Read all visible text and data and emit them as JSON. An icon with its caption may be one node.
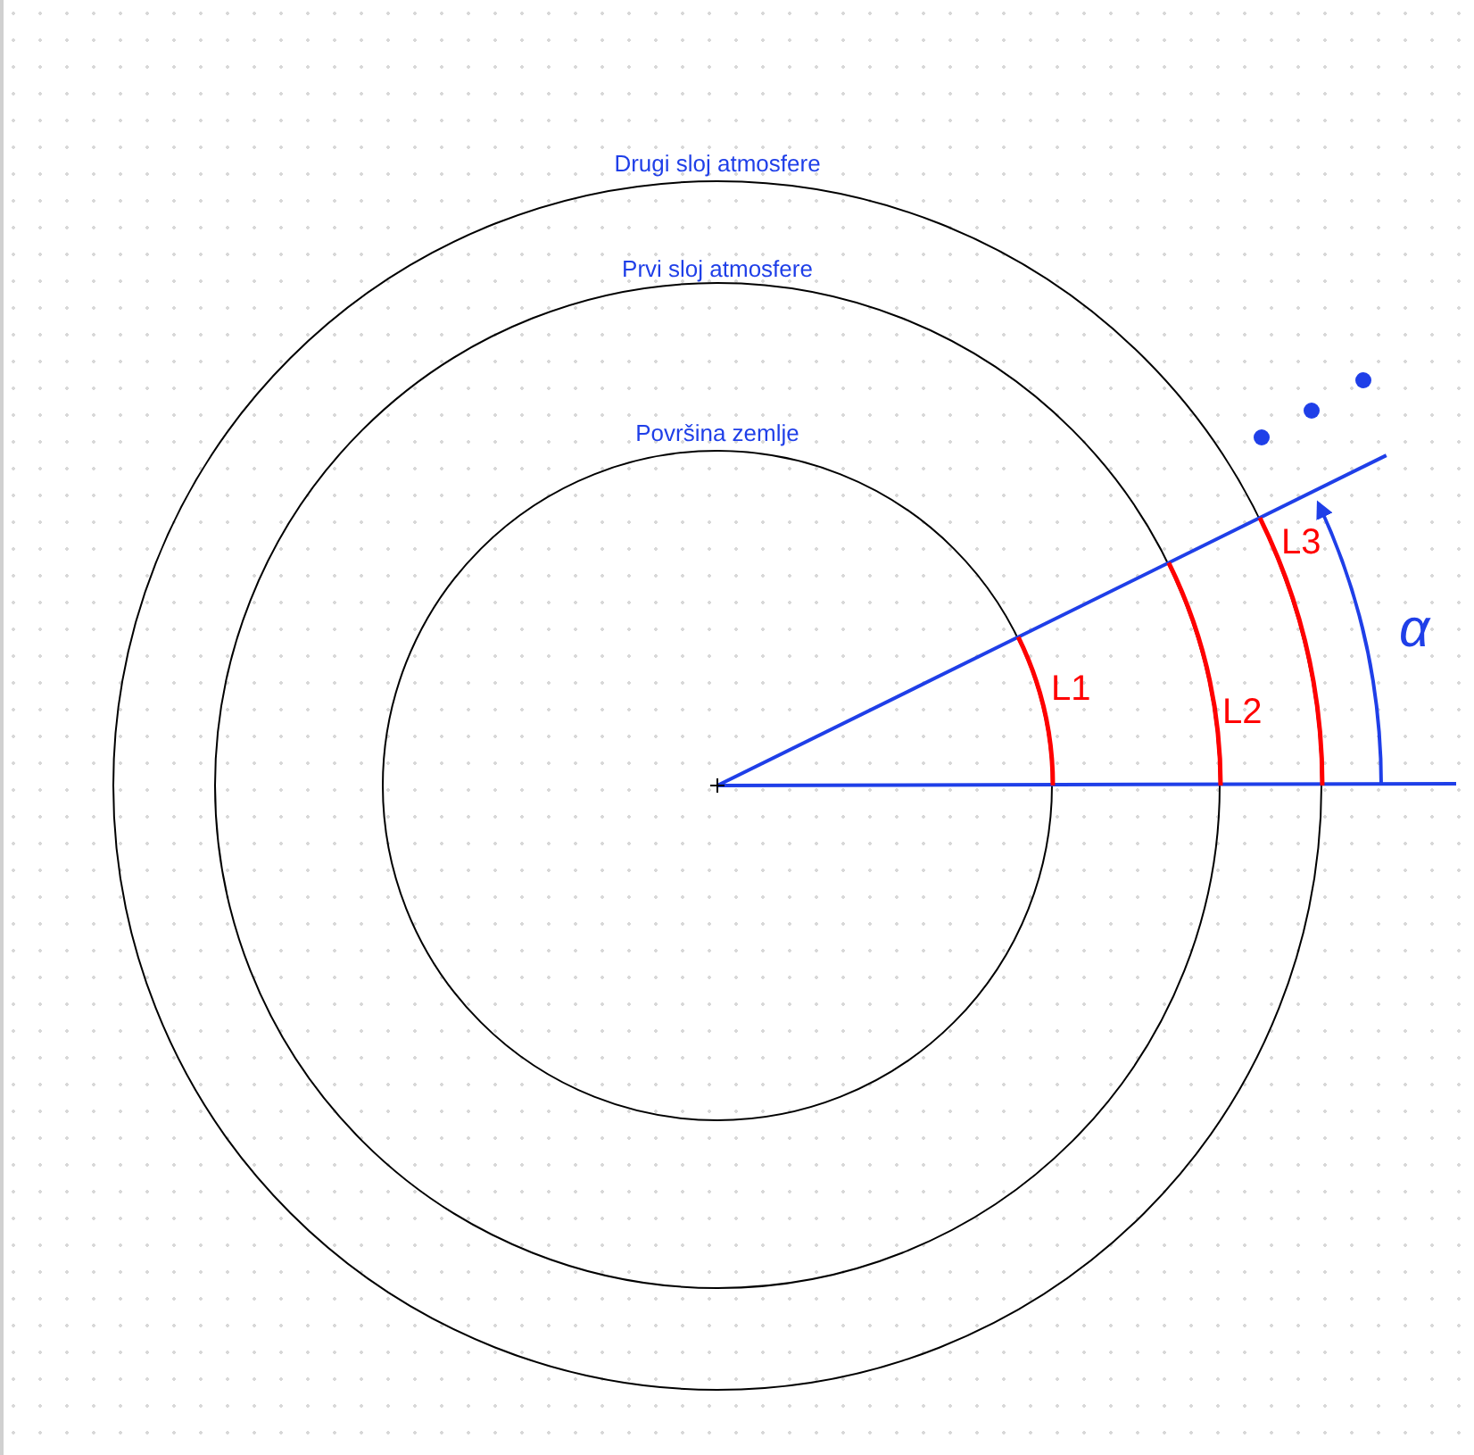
{
  "diagram": {
    "nodes": [
      {
        "text": [
          "Drugi sloj atmosfere"
        ]
      },
      {
        "text": [
          "Prvi sloj atmosfere"
        ],
        "in": 0
      },
      {
        "text": [
          "Površina zemlje"
        ],
        "in": 1
      }
    ],
    "labels": [
      "L3",
      "α",
      "L1",
      "L2"
    ]
  }
}
